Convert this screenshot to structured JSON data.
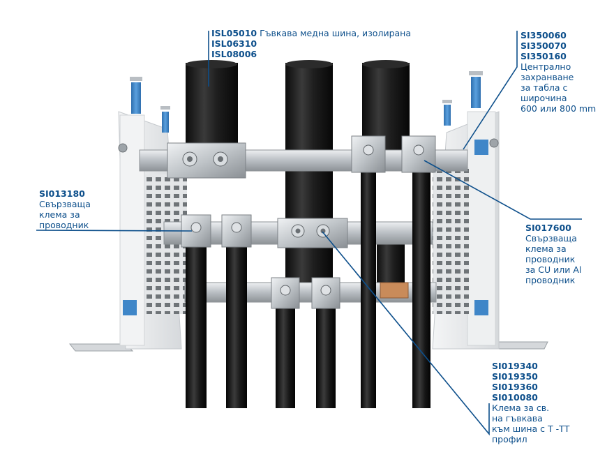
{
  "callouts": {
    "isl": {
      "codes": [
        "ISL05010",
        "ISL06310",
        "ISL08006"
      ],
      "description": "Гъвкава медна шина, изолирана"
    },
    "si3500": {
      "codes": [
        "SI350060",
        "SI350070",
        "SI350160"
      ],
      "description_lines": [
        "Централно",
        "захранване",
        "за табла с",
        "широчина",
        "600 или 800 mm"
      ]
    },
    "si013180": {
      "codes": [
        "SI013180"
      ],
      "description_lines": [
        "Свързваща",
        "клема за",
        "проводник"
      ]
    },
    "si017600": {
      "codes": [
        "SI017600"
      ],
      "description_lines": [
        "Свързваща",
        "клема за",
        "проводник",
        "за CU или Al",
        "проводник"
      ]
    },
    "si0193": {
      "codes": [
        "SI019340",
        "SI019350",
        "SI019360",
        "SI010080"
      ],
      "description_lines": [
        "Клема за св.",
        "на гъвкава",
        "към шина с Т -ТТ",
        "профил"
      ]
    }
  },
  "colors": {
    "callout_text": "#0d4f8b",
    "leader_line": "#0d4f8b",
    "busbar_insulation": "#1a1a1a",
    "frame": "#e8eaec",
    "bracket_accent": "#3f86c8",
    "steel_rail": "#b9bec3",
    "clamp_metal": "#cdd2d6"
  }
}
